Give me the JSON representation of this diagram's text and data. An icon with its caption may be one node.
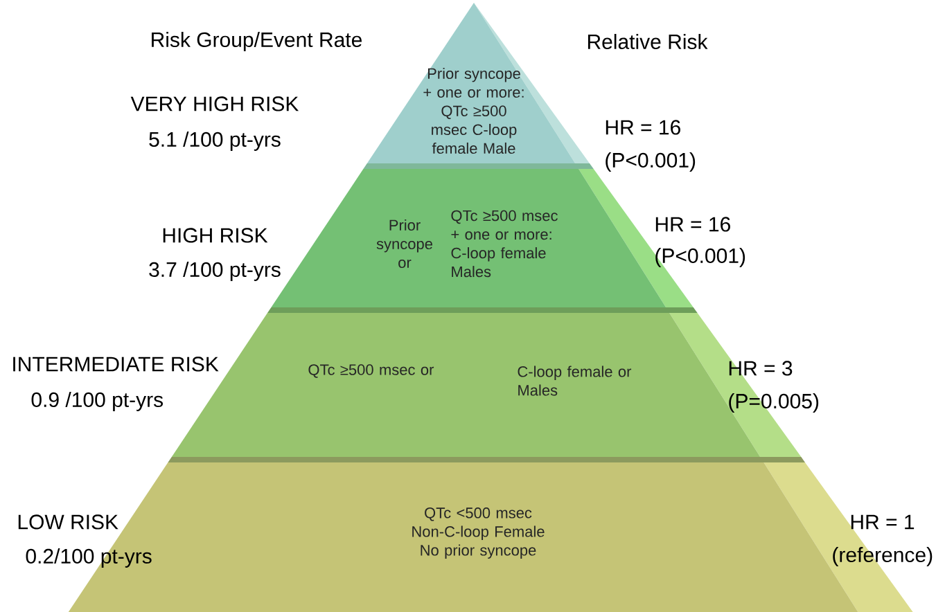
{
  "diagram": {
    "nodes": [
      {
        "text": [
          "Prior syncope + one or more: QTc ≥500 msec C-loop female Male"
        ],
        "beside": [
          "VERY HIGH RISK",
          "5.1 /100 pt-yrs",
          "HR = 16",
          "(P<0.001)"
        ]
      },
      {
        "text": [
          "Prior syncope or",
          "QTc ≥500 msec + one or more: C-loop female Males"
        ],
        "beside": [
          "HIGH RISK",
          "3.7 /100 pt-yrs",
          "HR = 16",
          "(P<0.001)"
        ]
      },
      {
        "text": [
          "QTc ≥500 msec or",
          "C-loop female or Males"
        ],
        "beside": [
          "INTERMEDIATE RISK",
          "0.9 /100 pt-yrs",
          "HR = 3",
          "(P=0.005)"
        ]
      },
      {
        "text": [
          "QTc <500 msec Non-C-loop Female No prior syncope"
        ],
        "beside": [
          "LOW RISK",
          "0.2/100 pt-yrs",
          "HR = 1",
          "(reference)"
        ]
      }
    ],
    "labels": [
      "Risk Group/Event Rate",
      "Relative Risk"
    ]
  }
}
